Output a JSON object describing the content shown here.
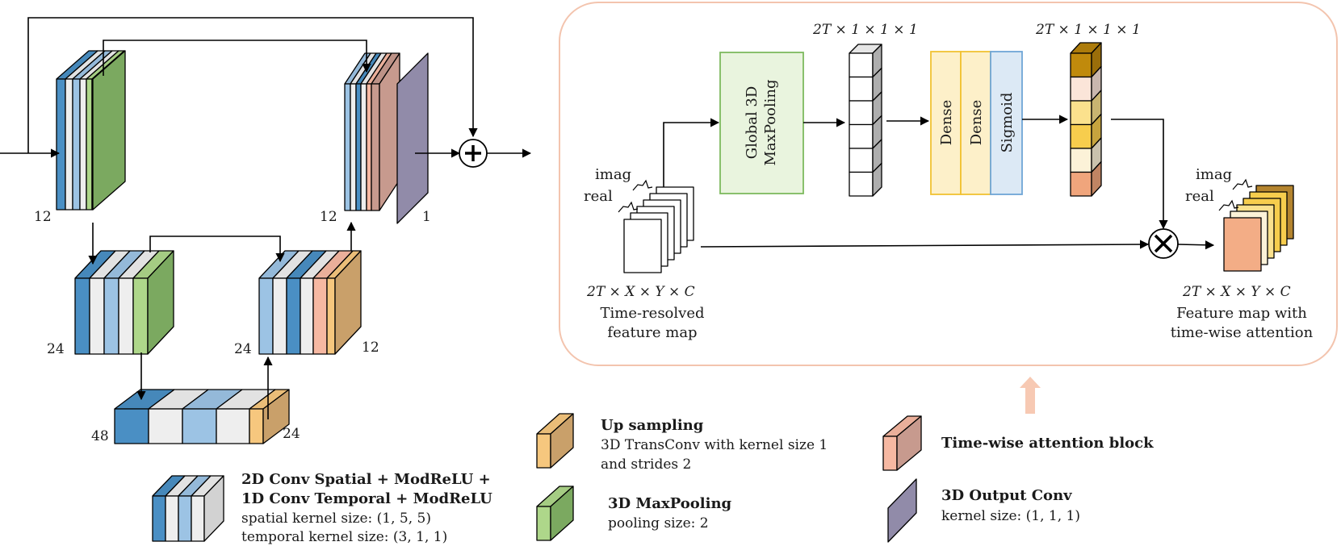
{
  "colors": {
    "conv_dark": "#4a8fc4",
    "conv_light": "#9cc3e4",
    "conv_white": "#eeeeee",
    "pool": "#aed78a",
    "pool_side": "#7ba960",
    "upsample": "#f6c77e",
    "upsample_side": "#c9a06a",
    "attention": "#f6b8a2",
    "attention_side": "#c79a8e",
    "output": "#918ba9",
    "panel_border": "#f3c4ae",
    "arrow_up": "#f7c9b3",
    "globalpool_border": "#7dba5e",
    "globalpool_fill": "#e9f4de",
    "dense_fill": "#fdf0c9",
    "dense_border": "#f1c232",
    "sigmoid_fill": "#dce9f5",
    "sigmoid_border": "#6fa6d6",
    "attn_vec": [
      "#c08a0c",
      "#fbe5d9",
      "#fbe18d",
      "#f7cd4d",
      "#fcf2d8",
      "#f0a57c"
    ],
    "out_map": [
      "#b4842e",
      "#f7cd4d",
      "#fbe18d",
      "#fcf2d8",
      "#f3ad86"
    ]
  },
  "unet": {
    "enc1_channels": "12",
    "enc2_channels": "24",
    "bottom_channels": "48",
    "bottom_up_channels": "24",
    "dec2_channels": "24",
    "dec2_up_channels": "12",
    "dec1_channels": "12",
    "output_channels": "1"
  },
  "attention": {
    "global_pool_line1": "Global 3D",
    "global_pool_line2": "MaxPooling",
    "dense1": "Dense",
    "dense2": "Dense",
    "sigmoid": "Sigmoid",
    "vec_dim_1": "2T × 1 × 1 × 1",
    "vec_dim_2": "2T × 1 × 1 × 1",
    "input_imag": "imag",
    "input_real": "real",
    "input_dim": "2T × X × Y × C",
    "input_caption_1": "Time-resolved",
    "input_caption_2": "feature map",
    "output_imag": "imag",
    "output_real": "real",
    "output_dim": "2T × X × Y × C",
    "output_caption_1": "Feature map with",
    "output_caption_2": "time-wise attention"
  },
  "legend": {
    "conv_title_1": "2D Conv Spatial + ModReLU +",
    "conv_title_2": "1D Conv Temporal + ModReLU",
    "conv_text_1": "spatial kernel size: (1, 5, 5)",
    "conv_text_2": "temporal kernel size: (3, 1, 1)",
    "up_title": "Up sampling",
    "up_text_1": "3D TransConv with kernel size 1",
    "up_text_2": "and strides 2",
    "pool_title": "3D MaxPooling",
    "pool_text": "pooling size: 2",
    "attn_title": "Time-wise attention block",
    "out_title": "3D Output Conv",
    "out_text": "kernel size: (1, 1, 1)"
  }
}
